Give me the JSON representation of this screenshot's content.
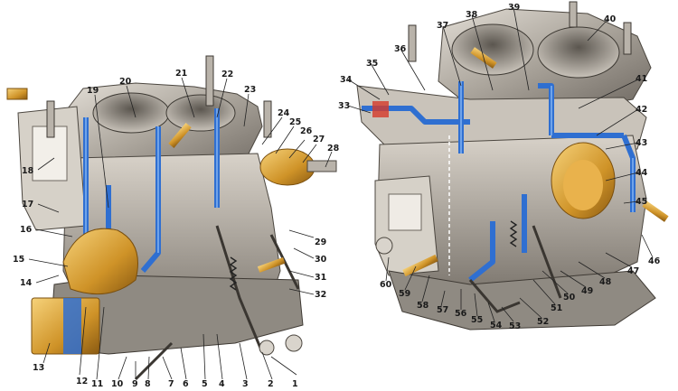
{
  "diagram": {
    "left_callouts": [
      "1",
      "2",
      "3",
      "4",
      "5",
      "6",
      "7",
      "8",
      "9",
      "10",
      "11",
      "12",
      "13",
      "14",
      "15",
      "16",
      "17",
      "18",
      "19",
      "20",
      "21",
      "22",
      "23",
      "24",
      "25",
      "26",
      "27",
      "28",
      "29",
      "30",
      "31",
      "32"
    ],
    "right_callouts": [
      "33",
      "34",
      "35",
      "36",
      "37",
      "38",
      "39",
      "40",
      "41",
      "42",
      "43",
      "44",
      "45",
      "46",
      "47",
      "48",
      "49",
      "50",
      "51",
      "52",
      "53",
      "54",
      "55",
      "56",
      "57",
      "58",
      "59",
      "60"
    ],
    "colors": {
      "metal": "#a9a39a",
      "metal_dark": "#6f6a63",
      "metal_light": "#d9d4cc",
      "fuel_channel": "#2f6fd1",
      "fuel_channel_light": "#6fa3ea",
      "brass": "#d39a2a",
      "brass_light": "#f0c35c",
      "red_part": "#d63a2a"
    }
  }
}
